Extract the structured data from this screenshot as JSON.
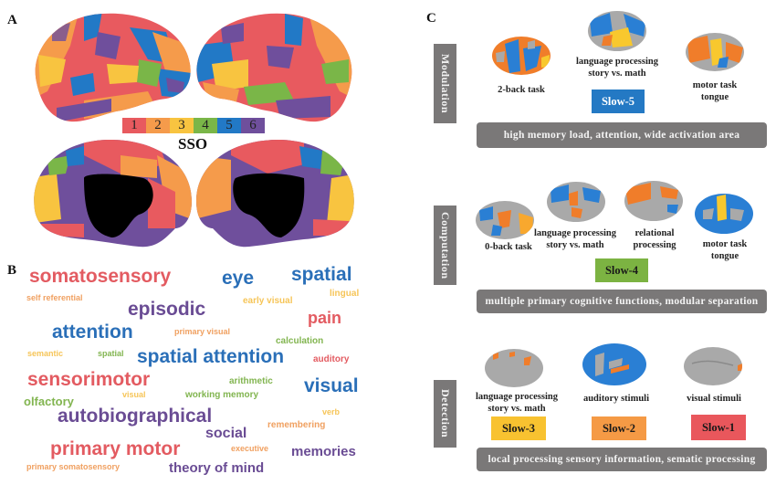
{
  "panels": {
    "a": {
      "letter": "A"
    },
    "b": {
      "letter": "B"
    },
    "c": {
      "letter": "C"
    }
  },
  "sso_legend": {
    "title": "SSO",
    "items": [
      {
        "label": "1",
        "color": "#e85a5f"
      },
      {
        "label": "2",
        "color": "#f59b4b"
      },
      {
        "label": "3",
        "color": "#f8c440"
      },
      {
        "label": "4",
        "color": "#7ab648"
      },
      {
        "label": "5",
        "color": "#2279c6"
      },
      {
        "label": "6",
        "color": "#6f4f9c"
      }
    ]
  },
  "brain_views": {
    "lateral_left": "lateral-left-hemisphere",
    "lateral_right": "lateral-right-hemisphere",
    "medial_left": "medial-left-hemisphere",
    "medial_right": "medial-right-hemisphere"
  },
  "word_cloud": [
    {
      "text": "somatosensory",
      "color": "#e35b61"
    },
    {
      "text": "eye",
      "color": "#2a6fb8"
    },
    {
      "text": "spatial",
      "color": "#2a6fb8"
    },
    {
      "text": "self referential",
      "color": "#f0a060"
    },
    {
      "text": "early visual",
      "color": "#f6c558"
    },
    {
      "text": "lingual",
      "color": "#f6c558"
    },
    {
      "text": "episodic",
      "color": "#6a4c94"
    },
    {
      "text": "pain",
      "color": "#e35b61"
    },
    {
      "text": "attention",
      "color": "#2a6fb8"
    },
    {
      "text": "primary visual",
      "color": "#f0a060"
    },
    {
      "text": "calculation",
      "color": "#82b550"
    },
    {
      "text": "semantic",
      "color": "#f6c558"
    },
    {
      "text": "spatial",
      "color": "#82b550"
    },
    {
      "text": "spatial attention",
      "color": "#2a6fb8"
    },
    {
      "text": "auditory",
      "color": "#e35b61"
    },
    {
      "text": "sensorimotor",
      "color": "#e35b61"
    },
    {
      "text": "arithmetic",
      "color": "#82b550"
    },
    {
      "text": "visual",
      "color": "#2a6fb8"
    },
    {
      "text": "olfactory",
      "color": "#82b550"
    },
    {
      "text": "visual",
      "color": "#f6c558"
    },
    {
      "text": "working memory",
      "color": "#82b550"
    },
    {
      "text": "verb",
      "color": "#f6c558"
    },
    {
      "text": "autobiographical",
      "color": "#6a4c94"
    },
    {
      "text": "remembering",
      "color": "#f0a060"
    },
    {
      "text": "social",
      "color": "#6a4c94"
    },
    {
      "text": "primary motor",
      "color": "#e35b61"
    },
    {
      "text": "executive",
      "color": "#f0a060"
    },
    {
      "text": "memories",
      "color": "#6a4c94"
    },
    {
      "text": "primary somatosensory",
      "color": "#f0a060"
    },
    {
      "text": "theory of mind",
      "color": "#6a4c94"
    }
  ],
  "hierarchy": [
    {
      "level": "Modulation",
      "band": "Slow-5",
      "band_color": "#2479c4",
      "band_text_color": "#ffffff",
      "summary": "high memory load, attention, wide activation area",
      "tasks": [
        {
          "line1": "2-back task",
          "line2": ""
        },
        {
          "line1": "language processing",
          "line2": "story vs. math"
        },
        {
          "line1": "motor task",
          "line2": "tongue"
        }
      ]
    },
    {
      "level": "Computation",
      "band": "Slow-4",
      "band_color": "#7cb342",
      "band_text_color": "#1a1a1a",
      "summary": "multiple primary cognitive functions, modular separation",
      "tasks": [
        {
          "line1": "0-back task",
          "line2": ""
        },
        {
          "line1": "language processing",
          "line2": "story vs. math"
        },
        {
          "line1": "relational",
          "line2": "processing"
        },
        {
          "line1": "motor task",
          "line2": "tongue"
        }
      ]
    },
    {
      "level": "Detection",
      "band_items": [
        {
          "band": "Slow-3",
          "color": "#f8c230",
          "text_color": "#1a1a1a"
        },
        {
          "band": "Slow-2",
          "color": "#f59a45",
          "text_color": "#1a1a1a"
        },
        {
          "band": "Slow-1",
          "color": "#e9575c",
          "text_color": "#1a1a1a"
        }
      ],
      "summary": "local processing sensory information, sematic processing",
      "tasks": [
        {
          "line1": "language processing",
          "line2": "story vs. math"
        },
        {
          "line1": "auditory stimuli",
          "line2": ""
        },
        {
          "line1": "visual stimuli",
          "line2": ""
        }
      ]
    }
  ]
}
